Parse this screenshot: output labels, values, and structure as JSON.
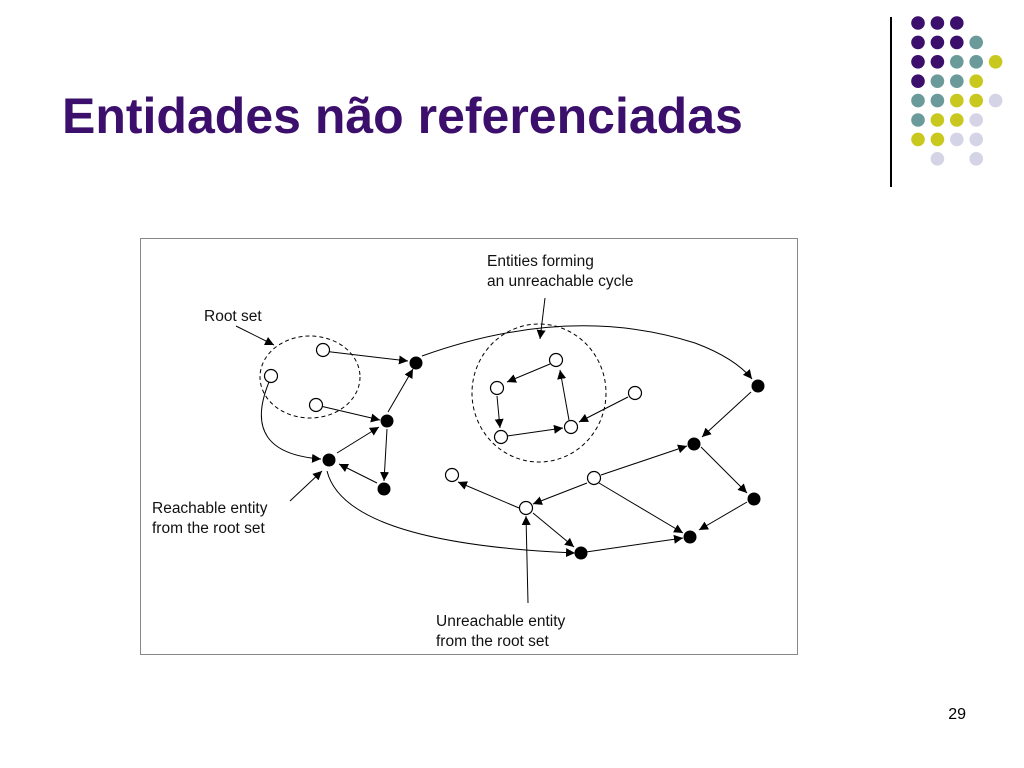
{
  "slide": {
    "title": "Entidades não referenciadas",
    "page_number": "29"
  },
  "colors": {
    "title": "#3b0f6b",
    "dot_purple": "#3b0f6b",
    "dot_teal": "#6a9a9a",
    "dot_yellow": "#c8c81e",
    "dot_lavender": "#d4d4e6",
    "diagram_border": "#888888"
  },
  "decoration": {
    "dot_grid": [
      [
        "purple",
        "purple",
        "purple",
        "",
        ""
      ],
      [
        "purple",
        "purple",
        "purple",
        "teal",
        ""
      ],
      [
        "purple",
        "purple",
        "teal",
        "teal",
        "yellow"
      ],
      [
        "purple",
        "teal",
        "teal",
        "yellow",
        ""
      ],
      [
        "teal",
        "teal",
        "yellow",
        "yellow",
        "lavender"
      ],
      [
        "teal",
        "yellow",
        "yellow",
        "lavender",
        ""
      ],
      [
        "yellow",
        "yellow",
        "lavender",
        "lavender",
        ""
      ],
      [
        "",
        "lavender",
        "",
        "lavender",
        ""
      ]
    ]
  },
  "diagram": {
    "labels": {
      "root_set": "Root set",
      "cycle_line1": "Entities forming",
      "cycle_line2": "an unreachable cycle",
      "reachable_line1": "Reachable entity",
      "reachable_line2": "from the root set",
      "unreachable_line1": "Unreachable entity",
      "unreachable_line2": "from the root set"
    }
  }
}
